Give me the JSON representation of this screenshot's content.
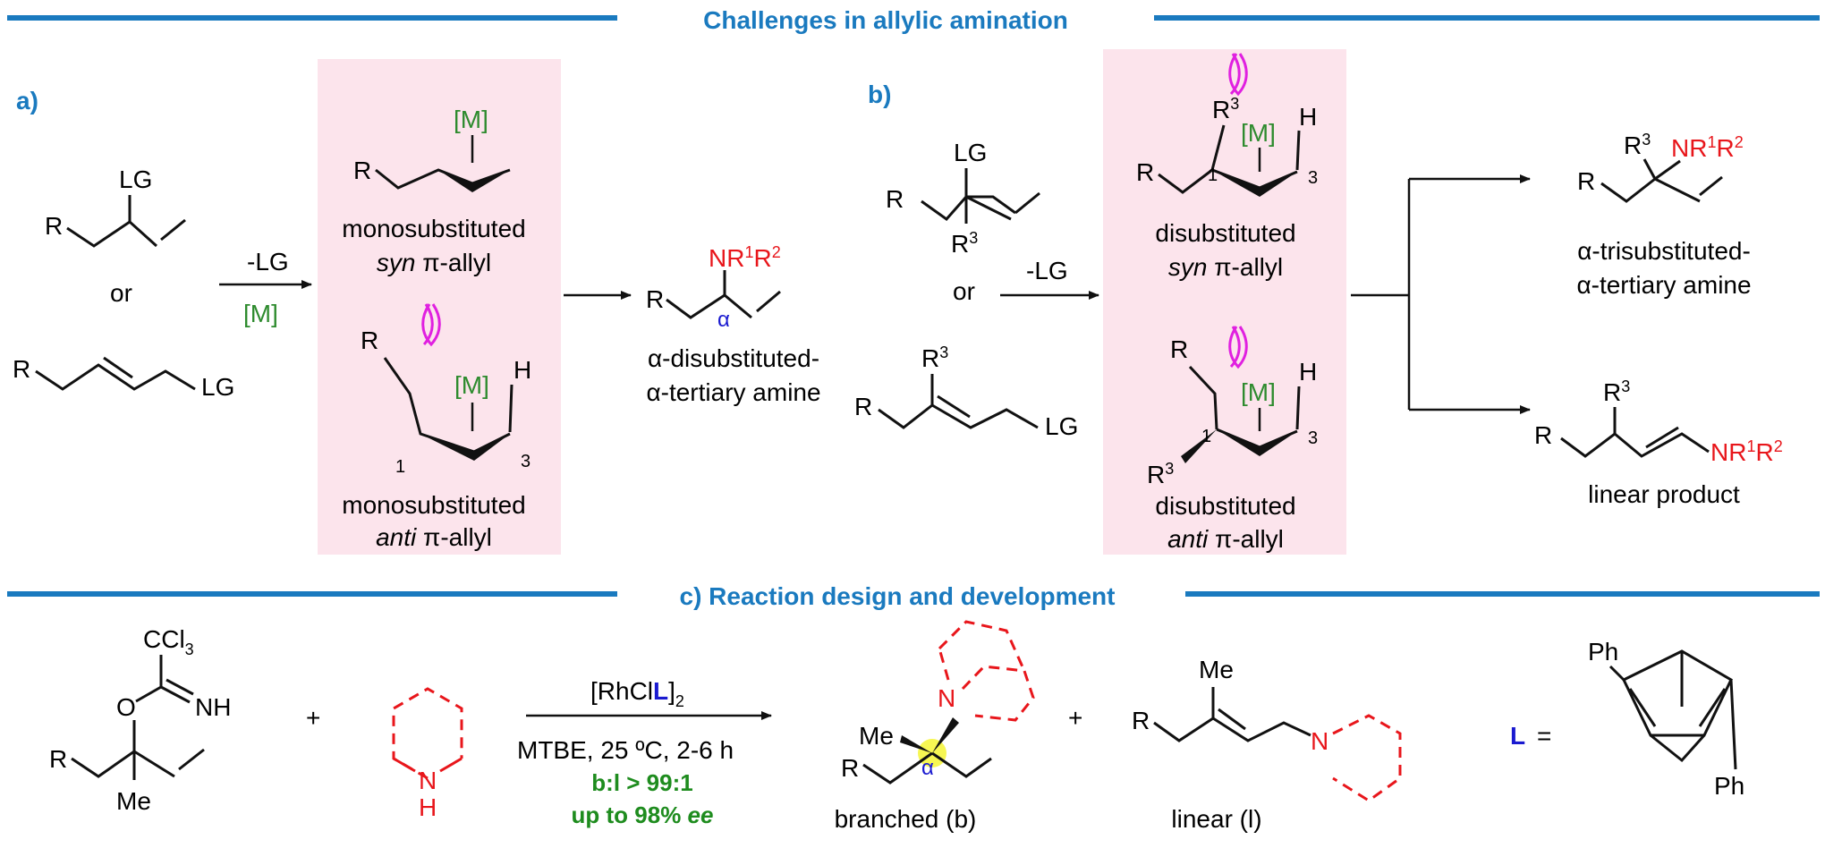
{
  "colors": {
    "accent_blue": "#1a7abf",
    "highlight_pink": "#fce4ec",
    "metal_green": "#2e8b2e",
    "amine_red": "#e8161b",
    "alpha_blue": "#1a1ad0",
    "clash_magenta": "#e020e0",
    "condition_green": "#1e8c1e",
    "ligand_blue": "#1a1ad0"
  },
  "headers": {
    "top": "Challenges in allylic amination",
    "bottom": "c) Reaction design and development"
  },
  "panel_a": {
    "label": "a)",
    "lg": "LG",
    "r": "R",
    "or": "or",
    "reagent_minus_lg": "-LG",
    "metal": "[M]",
    "syn_line1": "monosubstituted",
    "syn_italic": "syn",
    "syn_rest": " π-allyl",
    "anti_line1": "monosubstituted",
    "anti_italic": "anti",
    "anti_rest": " π-allyl",
    "h": "H",
    "n1": "1",
    "n3": "3",
    "alpha": "α",
    "product_n": "NR",
    "product_sup1": "1",
    "product_r": "R",
    "product_sup2": "2",
    "product_line1": "α-disubstituted-",
    "product_line2": "α-tertiary amine"
  },
  "panel_b": {
    "label": "b)",
    "lg": "LG",
    "r": "R",
    "r3": "R",
    "sup3": "3",
    "or": "or",
    "reagent_minus_lg": "-LG",
    "metal": "[M]",
    "h": "H",
    "n1": "1",
    "n3": "3",
    "syn_line1": "disubstituted",
    "syn_italic": "syn",
    "syn_rest": " π-allyl",
    "anti_line1": "disubstituted",
    "anti_italic": "anti",
    "anti_rest": " π-allyl",
    "branched_n": "NR",
    "sup1": "1",
    "sup2": "2",
    "branched_line1": "α-trisubstituted-",
    "branched_line2": "α-tertiary amine",
    "linear_label": "linear product"
  },
  "panel_c": {
    "ccl": "CCl",
    "ccl_sub": "3",
    "o": "O",
    "nh": "NH",
    "r": "R",
    "me": "Me",
    "plus": "+",
    "n": "N",
    "h": "H",
    "cat_main": "[RhCl",
    "cat_l": "L",
    "cat_close": "]",
    "cat_sub": "2",
    "conditions": "MTBE, 25 ºC, 2-6  h",
    "selectivity": "b:l > 99:1",
    "ee_prefix": "up to 98% ",
    "ee_italic": "ee",
    "alpha": "α",
    "branched_label": "branched (b)",
    "linear_label": "linear (l)",
    "ligand_l": "L",
    "ligand_eq": "=",
    "ph": "Ph"
  }
}
